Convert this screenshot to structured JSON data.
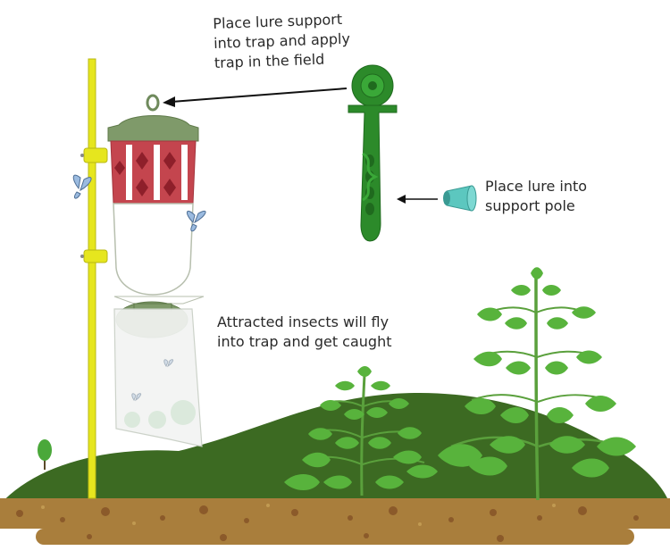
{
  "annotations": {
    "place_trap": [
      "Place lure support",
      "into trap and apply",
      "trap in the field"
    ],
    "place_lure": [
      "Place lure into",
      "support pole"
    ],
    "insects": [
      "Attracted insects will fly",
      "into trap and get caught"
    ]
  },
  "colors": {
    "hill": "#3c6a22",
    "soil": "#a97e3c",
    "soil_dark": "#8b5a2a",
    "pole": "#e6e61e",
    "trap_lid": "#7f9a6a",
    "trap_band": "#c4454e",
    "lure_support": "#2c8a2a",
    "lure": "#5cc7bf",
    "leaf": "#58b33c"
  }
}
